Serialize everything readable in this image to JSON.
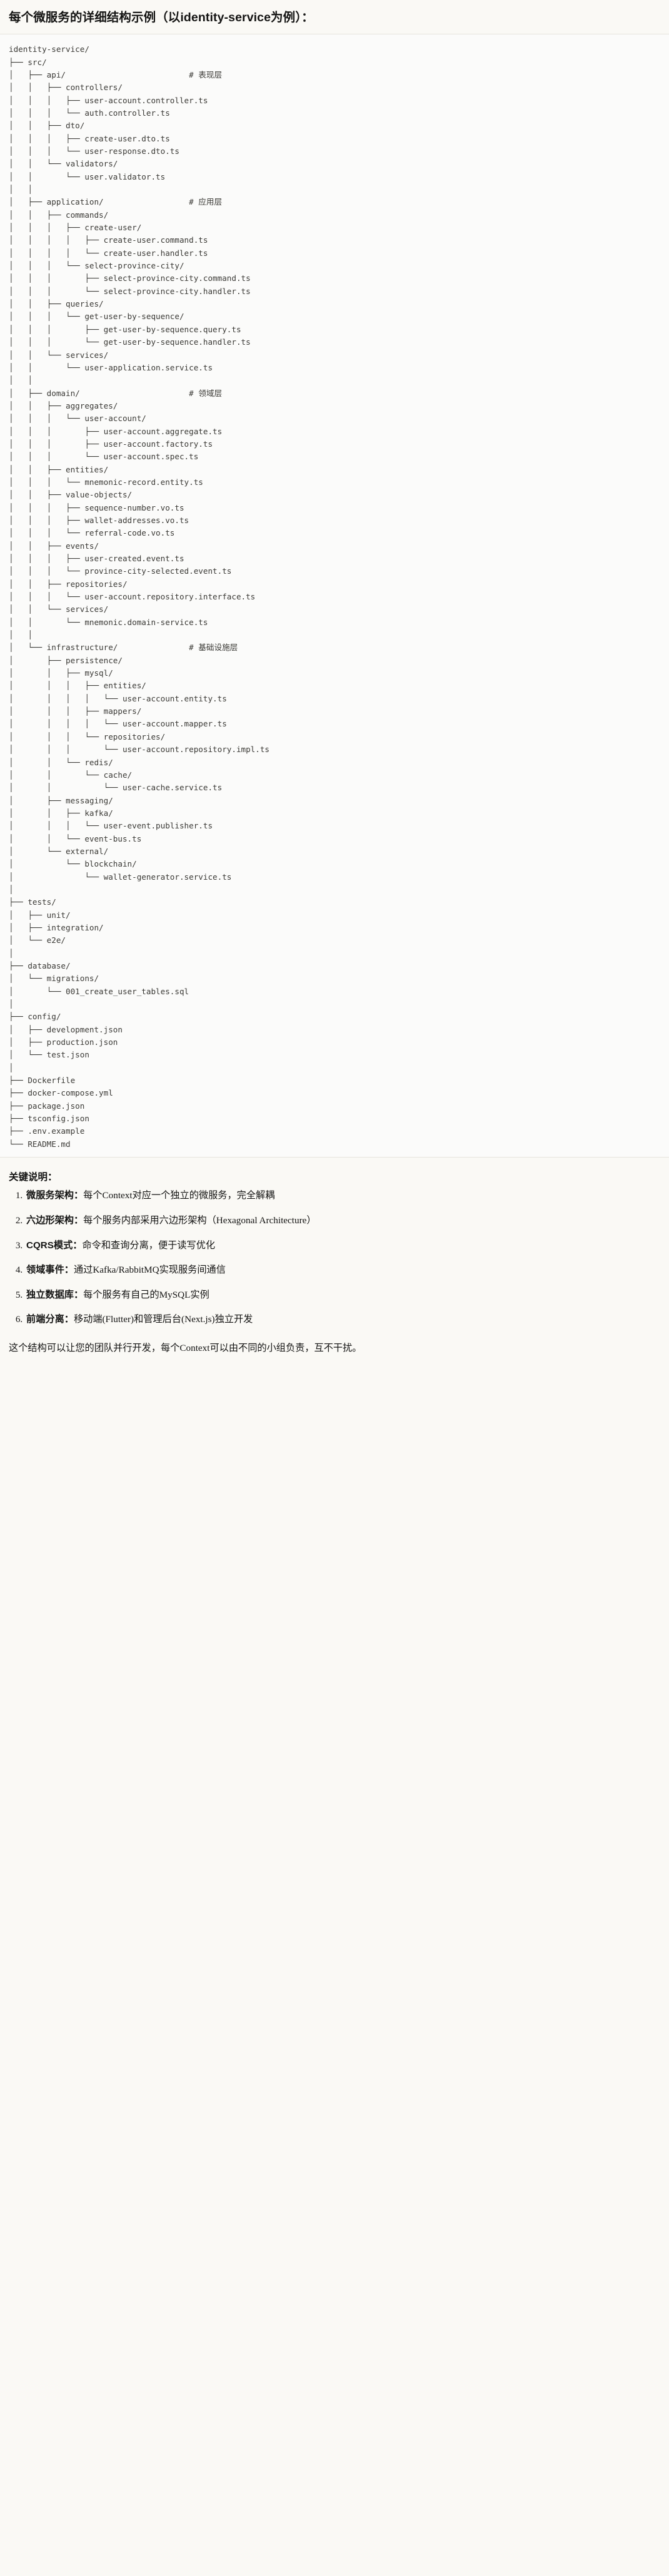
{
  "heading": "每个微服务的详细结构示例（以identity-service为例）：",
  "tree": "identity-service/\n├── src/\n│   ├── api/                          # 表现层\n│   │   ├── controllers/\n│   │   │   ├── user-account.controller.ts\n│   │   │   └── auth.controller.ts\n│   │   ├── dto/\n│   │   │   ├── create-user.dto.ts\n│   │   │   └── user-response.dto.ts\n│   │   └── validators/\n│   │       └── user.validator.ts\n│   │\n│   ├── application/                  # 应用层\n│   │   ├── commands/\n│   │   │   ├── create-user/\n│   │   │   │   ├── create-user.command.ts\n│   │   │   │   └── create-user.handler.ts\n│   │   │   └── select-province-city/\n│   │   │       ├── select-province-city.command.ts\n│   │   │       └── select-province-city.handler.ts\n│   │   ├── queries/\n│   │   │   └── get-user-by-sequence/\n│   │   │       ├── get-user-by-sequence.query.ts\n│   │   │       └── get-user-by-sequence.handler.ts\n│   │   └── services/\n│   │       └── user-application.service.ts\n│   │\n│   ├── domain/                       # 领域层\n│   │   ├── aggregates/\n│   │   │   └── user-account/\n│   │   │       ├── user-account.aggregate.ts\n│   │   │       ├── user-account.factory.ts\n│   │   │       └── user-account.spec.ts\n│   │   ├── entities/\n│   │   │   └── mnemonic-record.entity.ts\n│   │   ├── value-objects/\n│   │   │   ├── sequence-number.vo.ts\n│   │   │   ├── wallet-addresses.vo.ts\n│   │   │   └── referral-code.vo.ts\n│   │   ├── events/\n│   │   │   ├── user-created.event.ts\n│   │   │   └── province-city-selected.event.ts\n│   │   ├── repositories/\n│   │   │   └── user-account.repository.interface.ts\n│   │   └── services/\n│   │       └── mnemonic.domain-service.ts\n│   │\n│   └── infrastructure/               # 基础设施层\n│       ├── persistence/\n│       │   ├── mysql/\n│       │   │   ├── entities/\n│       │   │   │   └── user-account.entity.ts\n│       │   │   ├── mappers/\n│       │   │   │   └── user-account.mapper.ts\n│       │   │   └── repositories/\n│       │   │       └── user-account.repository.impl.ts\n│       │   └── redis/\n│       │       └── cache/\n│       │           └── user-cache.service.ts\n│       ├── messaging/\n│       │   ├── kafka/\n│       │   │   └── user-event.publisher.ts\n│       │   └── event-bus.ts\n│       └── external/\n│           └── blockchain/\n│               └── wallet-generator.service.ts\n│\n├── tests/\n│   ├── unit/\n│   ├── integration/\n│   └── e2e/\n│\n├── database/\n│   └── migrations/\n│       └── 001_create_user_tables.sql\n│\n├── config/\n│   ├── development.json\n│   ├── production.json\n│   └── test.json\n│\n├── Dockerfile\n├── docker-compose.yml\n├── package.json\n├── tsconfig.json\n├── .env.example\n└── README.md",
  "key_section": {
    "title": "关键说明：",
    "items": [
      {
        "term": "微服务架构",
        "sep": "：",
        "desc": "每个Context对应一个独立的微服务，完全解耦"
      },
      {
        "term": "六边形架构",
        "sep": "：",
        "desc": "每个服务内部采用六边形架构（Hexagonal Architecture）"
      },
      {
        "term": "CQRS模式",
        "sep": "：",
        "desc": "命令和查询分离，便于读写优化"
      },
      {
        "term": "领域事件",
        "sep": "：",
        "desc": "通过Kafka/RabbitMQ实现服务间通信"
      },
      {
        "term": "独立数据库",
        "sep": "：",
        "desc": "每个服务有自己的MySQL实例"
      },
      {
        "term": "前端分离",
        "sep": "：",
        "desc": "移动端(Flutter)和管理后台(Next.js)独立开发"
      }
    ]
  },
  "closing": "这个结构可以让您的团队并行开发，每个Context可以由不同的小组负责，互不干扰。",
  "colors": {
    "page_bg": "#faf9f5",
    "code_bg": "#fbfbfa",
    "rule": "#e6e4dd",
    "text": "#141413",
    "code_text": "#3b3a36"
  }
}
